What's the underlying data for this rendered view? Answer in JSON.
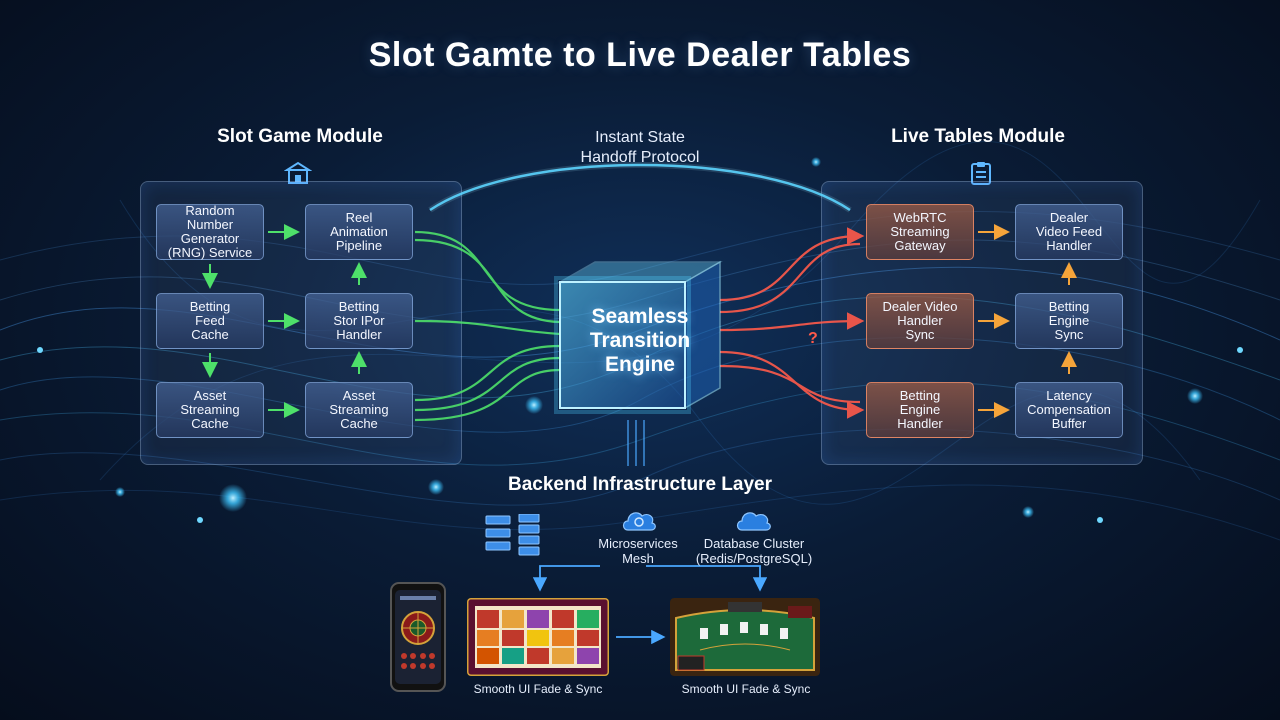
{
  "title": "Slot Gamte to Live Dealer Tables",
  "slot_module": {
    "title": "Slot Game Module",
    "icon": "building-icon",
    "boxes": [
      {
        "id": "rng",
        "lines": [
          "Random Number",
          "Generator",
          "(RNG) Service"
        ]
      },
      {
        "id": "reel",
        "lines": [
          "Reel",
          "Animation",
          "Pipeline"
        ]
      },
      {
        "id": "betting-feed",
        "lines": [
          "Betting",
          "Feed",
          "Cache"
        ]
      },
      {
        "id": "betting-store",
        "lines": [
          "Betting",
          "Stor IPor",
          "Handler"
        ]
      },
      {
        "id": "asset-1",
        "lines": [
          "Asset",
          "Streaming",
          "Cache"
        ]
      },
      {
        "id": "asset-2",
        "lines": [
          "Asset",
          "Streaming",
          "Cache"
        ]
      }
    ]
  },
  "handoff": {
    "lines": [
      "Instant State",
      "Handoff Protocol"
    ]
  },
  "engine": {
    "lines": [
      "Seamless",
      "Transition",
      "Engine"
    ]
  },
  "live_module": {
    "title": "Live Tables Module",
    "icon": "clipboard-icon",
    "boxes": [
      {
        "id": "webrtc",
        "lines": [
          "WebRTC",
          "Streaming",
          "Gateway"
        ]
      },
      {
        "id": "dealer-feed",
        "lines": [
          "Dealer",
          "Video Feed",
          "Handler"
        ]
      },
      {
        "id": "dealer-sync",
        "lines": [
          "Dealer Video",
          "Handler",
          "Sync"
        ]
      },
      {
        "id": "betting-sync",
        "lines": [
          "Betting",
          "Engine",
          "Sync"
        ]
      },
      {
        "id": "betting-handler",
        "lines": [
          "Betting",
          "Engine",
          "Handler"
        ]
      },
      {
        "id": "latency",
        "lines": [
          "Latency",
          "Compensation",
          "Buffer"
        ]
      }
    ]
  },
  "red_marker": "?",
  "backend": {
    "title": "Backend Infrastructure Layer",
    "microservices": {
      "lines": [
        "Microservices",
        "Mesh"
      ],
      "icon": "cloud-icon"
    },
    "database": {
      "lines": [
        "Database Cluster",
        "(Redis/PostgreSQL)"
      ],
      "icon": "cloud-icon"
    },
    "server_icon": "server-rack-icon"
  },
  "captions": {
    "slot": "Smooth UI Fade & Sync",
    "table": "Smooth UI Fade & Sync"
  },
  "colors": {
    "green_arrow": "#4ee06a",
    "orange_arrow": "#f5a43a",
    "red_arrow": "#ff5a4a",
    "blue_arrow": "#4aa8ff",
    "glow": "#4fd0ff"
  }
}
